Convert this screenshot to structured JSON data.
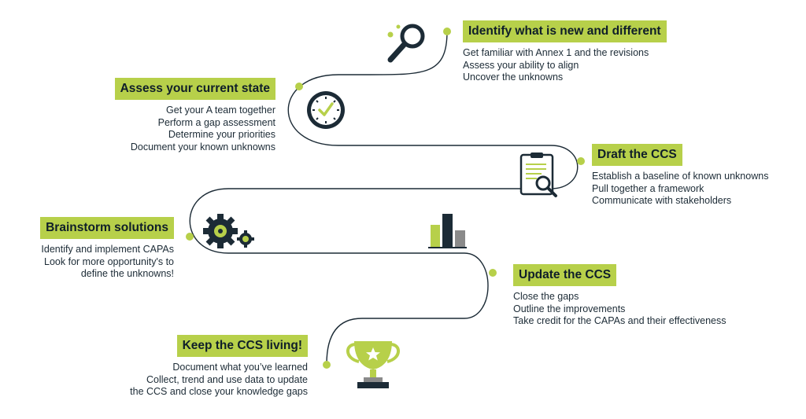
{
  "colors": {
    "accent": "#b7d04a",
    "dark": "#1c2b36",
    "gray": "#8a8a8a"
  },
  "steps": [
    {
      "title": "Identify what is new and different",
      "lines": [
        "Get familiar with Annex 1 and the revisions",
        "Assess your ability to align",
        "Uncover the unknowns"
      ],
      "icon": "magnifier-icon"
    },
    {
      "title": "Assess your current state",
      "lines": [
        "Get your A team together",
        "Perform a gap assessment",
        "Determine your priorities",
        "Document your known unknowns"
      ],
      "icon": "clock-icon"
    },
    {
      "title": "Draft the CCS",
      "lines": [
        "Establish a baseline of known unknowns",
        "Pull together a framework",
        "Communicate with stakeholders"
      ],
      "icon": "clipboard-icon"
    },
    {
      "title": "Brainstorm solutions",
      "lines": [
        "Identify and implement CAPAs",
        "Look for more opportunity's to",
        "define the unknowns!"
      ],
      "icon": "gears-icon"
    },
    {
      "title": "Update the CCS",
      "lines": [
        "Close the gaps",
        "Outline the improvements",
        "Take credit for the CAPAs and their effectiveness"
      ],
      "icon": "bar-chart-icon"
    },
    {
      "title": "Keep the CCS living!",
      "lines": [
        "Document what you’ve learned",
        "Collect, trend and use data to update",
        "the CCS and close your knowledge gaps"
      ],
      "icon": "trophy-icon"
    }
  ]
}
